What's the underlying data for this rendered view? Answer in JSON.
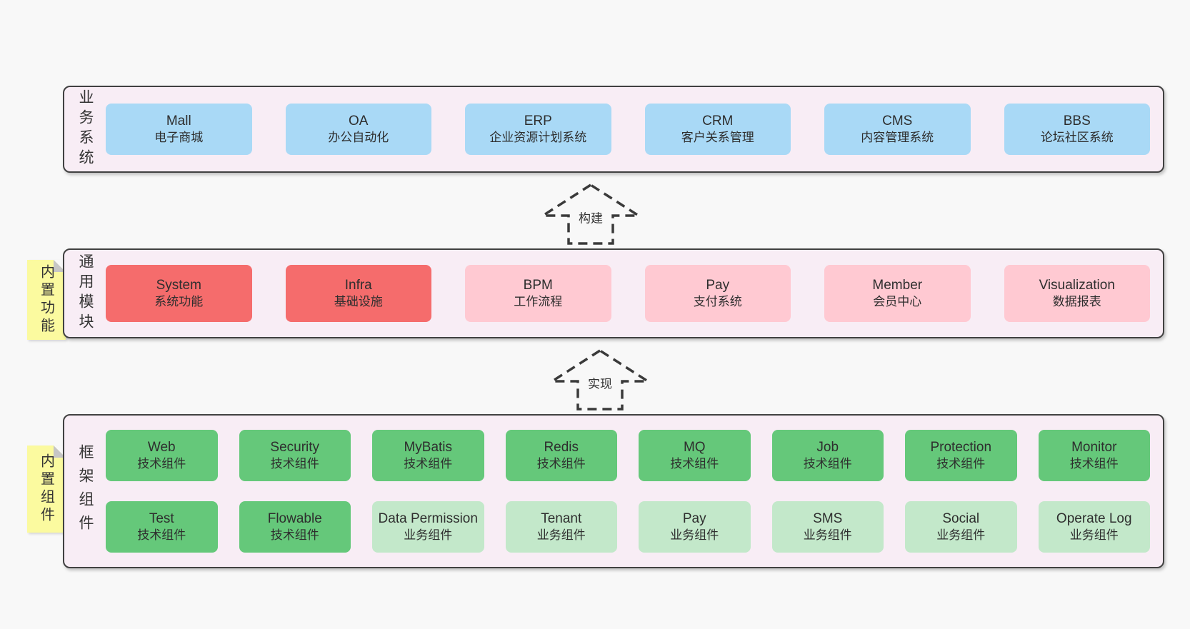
{
  "colors": {
    "page_bg": "#f8f8f8",
    "panel_bg": "#f8edf5",
    "panel_border": "#414141",
    "tag_bg": "#fbfa9f",
    "blue": "#a9d9f6",
    "red": "#f56c6c",
    "pink": "#ffc9d2",
    "green": "#65c87a",
    "light_green": "#c3e8ca",
    "text": "#333333"
  },
  "arrows": [
    {
      "label": "构建"
    },
    {
      "label": "实现"
    }
  ],
  "sections": {
    "business": {
      "label": "业务系统",
      "boxes": [
        {
          "name": "Mall",
          "desc": "电子商城"
        },
        {
          "name": "OA",
          "desc": "办公自动化"
        },
        {
          "name": "ERP",
          "desc": "企业资源计划系统"
        },
        {
          "name": "CRM",
          "desc": "客户关系管理"
        },
        {
          "name": "CMS",
          "desc": "内容管理系统"
        },
        {
          "name": "BBS",
          "desc": "论坛社区系统"
        }
      ]
    },
    "modules": {
      "label": "通用模块",
      "tag": "内置功能",
      "boxes": [
        {
          "name": "System",
          "desc": "系统功能"
        },
        {
          "name": "Infra",
          "desc": "基础设施"
        },
        {
          "name": "BPM",
          "desc": "工作流程"
        },
        {
          "name": "Pay",
          "desc": "支付系统"
        },
        {
          "name": "Member",
          "desc": "会员中心"
        },
        {
          "name": "Visualization",
          "desc": "数据报表"
        }
      ]
    },
    "framework": {
      "label": "框架组件",
      "tag": "内置组件",
      "row1": [
        {
          "name": "Web",
          "desc": "技术组件"
        },
        {
          "name": "Security",
          "desc": "技术组件"
        },
        {
          "name": "MyBatis",
          "desc": "技术组件"
        },
        {
          "name": "Redis",
          "desc": "技术组件"
        },
        {
          "name": "MQ",
          "desc": "技术组件"
        },
        {
          "name": "Job",
          "desc": "技术组件"
        },
        {
          "name": "Protection",
          "desc": "技术组件"
        },
        {
          "name": "Monitor",
          "desc": "技术组件"
        }
      ],
      "row2": [
        {
          "name": "Test",
          "desc": "技术组件"
        },
        {
          "name": "Flowable",
          "desc": "技术组件"
        },
        {
          "name": "Data Permission",
          "desc": "业务组件"
        },
        {
          "name": "Tenant",
          "desc": "业务组件"
        },
        {
          "name": "Pay",
          "desc": "业务组件"
        },
        {
          "name": "SMS",
          "desc": "业务组件"
        },
        {
          "name": "Social",
          "desc": "业务组件"
        },
        {
          "name": "Operate Log",
          "desc": "业务组件"
        }
      ]
    }
  }
}
